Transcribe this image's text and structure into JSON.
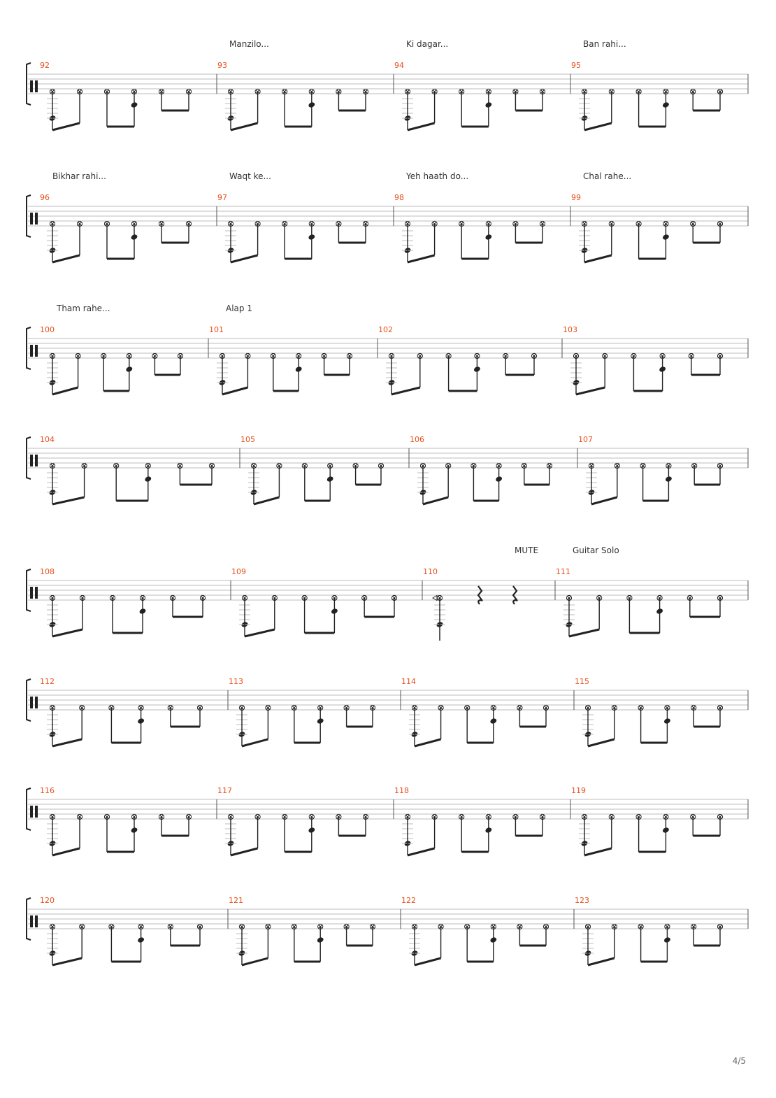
{
  "page": {
    "number": "4/5"
  },
  "colors": {
    "bar_number": "#e8501c",
    "staff_line": "#bdbdbd",
    "note": "#222222"
  },
  "systems": [
    {
      "labels": [
        "Manzilo...",
        "Ki dagar...",
        "Ban rahi..."
      ],
      "bars": [
        "92",
        "93",
        "94",
        "95"
      ]
    },
    {
      "labels": [
        "Bikhar rahi...",
        "Waqt ke...",
        "Yeh haath do...",
        "Chal rahe..."
      ],
      "bars": [
        "96",
        "97",
        "98",
        "99"
      ]
    },
    {
      "labels": [
        "Tham rahe...",
        "Alap 1"
      ],
      "bars": [
        "100",
        "101",
        "102",
        "103"
      ]
    },
    {
      "labels": [],
      "bars": [
        "104",
        "105",
        "106",
        "107"
      ]
    },
    {
      "labels": [
        "MUTE",
        "Guitar Solo"
      ],
      "bars": [
        "108",
        "109",
        "110",
        "111"
      ]
    },
    {
      "labels": [],
      "bars": [
        "112",
        "113",
        "114",
        "115"
      ]
    },
    {
      "labels": [],
      "bars": [
        "116",
        "117",
        "118",
        "119"
      ]
    },
    {
      "labels": [],
      "bars": [
        "120",
        "121",
        "122",
        "123"
      ]
    }
  ]
}
